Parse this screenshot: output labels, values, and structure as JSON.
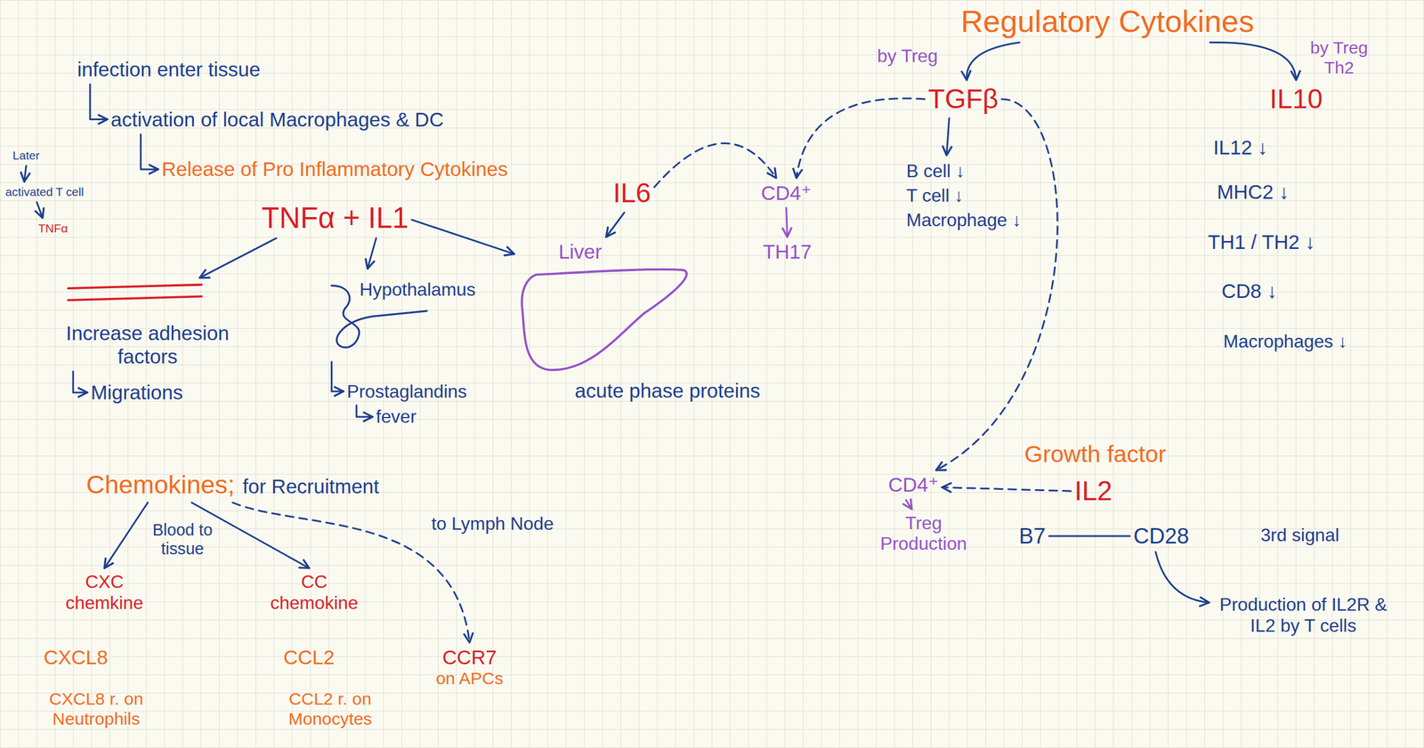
{
  "diagram": {
    "nodes": [
      {
        "text": [
          "infection enter tissue"
        ]
      },
      {
        "text": [
          "activation of local Macrophages & DC"
        ]
      },
      {
        "text": [
          "Release of Pro Inflammatory Cytokines"
        ]
      },
      {
        "text": [
          "Later"
        ]
      },
      {
        "text": [
          "activated T cell"
        ]
      },
      {
        "text": [
          "TNFα"
        ]
      },
      {
        "text": [
          "TNFα + IL1"
        ]
      },
      {
        "text": [
          "Increase adhesion factors"
        ]
      },
      {
        "text": [
          "Migrations"
        ]
      },
      {
        "text": [
          "Hypothalamus"
        ]
      },
      {
        "text": [
          "Prostaglandins"
        ]
      },
      {
        "text": [
          "fever"
        ]
      },
      {
        "text": [
          "Liver"
        ]
      },
      {
        "text": [
          "IL6"
        ]
      },
      {
        "text": [
          "CD4⁺"
        ]
      },
      {
        "text": [
          "TH17"
        ]
      },
      {
        "text": [
          "Regulatory Cytokines"
        ]
      },
      {
        "text": [
          "TGFβ"
        ]
      },
      {
        "text": [
          "B cell ↓",
          "T cell ↓",
          "Macrophage ↓"
        ]
      },
      {
        "text": [
          "IL10"
        ]
      },
      {
        "text": [
          "CD4⁺"
        ]
      },
      {
        "text": [
          "Treg Production"
        ]
      },
      {
        "text": [
          "IL2"
        ]
      },
      {
        "text": [
          "B7"
        ]
      },
      {
        "text": [
          "CD28"
        ]
      },
      {
        "text": [
          "Production of IL2R & IL2 by T cells"
        ]
      },
      {
        "text": [
          "Chemokines;",
          "for Recruitment"
        ]
      },
      {
        "text": [
          "CXC chemkine"
        ]
      },
      {
        "text": [
          "CC chemokine"
        ]
      },
      {
        "text": [
          "CCR7",
          "on APCs"
        ]
      }
    ],
    "edges": [
      {
        "from": 0,
        "to": 1,
        "arrow": "to"
      },
      {
        "from": 1,
        "to": 2,
        "arrow": "to"
      },
      {
        "from": 3,
        "to": 4,
        "arrow": "to"
      },
      {
        "from": 4,
        "to": 5,
        "arrow": "to"
      },
      {
        "from": 6,
        "to": 7,
        "arrow": "to"
      },
      {
        "from": 6,
        "to": 9,
        "arrow": "to"
      },
      {
        "from": 6,
        "to": 12,
        "arrow": "to"
      },
      {
        "from": 7,
        "to": 8,
        "arrow": "to"
      },
      {
        "from": 9,
        "to": 10,
        "arrow": "to"
      },
      {
        "from": 10,
        "to": 11,
        "arrow": "to"
      },
      {
        "from": 13,
        "to": 12,
        "arrow": "to"
      },
      {
        "from": 13,
        "to": 14,
        "arrow": "to"
      },
      {
        "from": 14,
        "to": 15,
        "arrow": "to"
      },
      {
        "from": 16,
        "to": 17,
        "label": "by Treg",
        "arrow": "to"
      },
      {
        "from": 16,
        "to": 19,
        "label": "by Treg Th2",
        "arrow": "to"
      },
      {
        "from": 17,
        "to": 14,
        "arrow": "to"
      },
      {
        "from": 17,
        "to": 18,
        "arrow": "to"
      },
      {
        "from": 17,
        "to": 20,
        "arrow": "to"
      },
      {
        "from": 20,
        "to": 21,
        "arrow": "to"
      },
      {
        "from": 22,
        "to": 20,
        "arrow": "to"
      },
      {
        "from": 23,
        "to": 24,
        "arrow": "none"
      },
      {
        "from": 24,
        "to": 25,
        "arrow": "to"
      },
      {
        "from": 26,
        "to": 27,
        "arrow": "to"
      },
      {
        "from": 26,
        "to": 28,
        "arrow": "to"
      },
      {
        "from": 26,
        "to": 29,
        "label": "to Lymph Node",
        "arrow": "to"
      }
    ],
    "labels": [
      "acute phase proteins",
      "IL12 ↓",
      "MHC2 ↓",
      "TH1 / TH2 ↓",
      "CD8 ↓",
      "Macrophages ↓",
      "Growth factor",
      "3rd signal",
      "Blood to tissue",
      "CXCL8",
      "CXCL8 r. on Neutrophils",
      "CCL2",
      "CCL2 r. on Monocytes"
    ]
  }
}
